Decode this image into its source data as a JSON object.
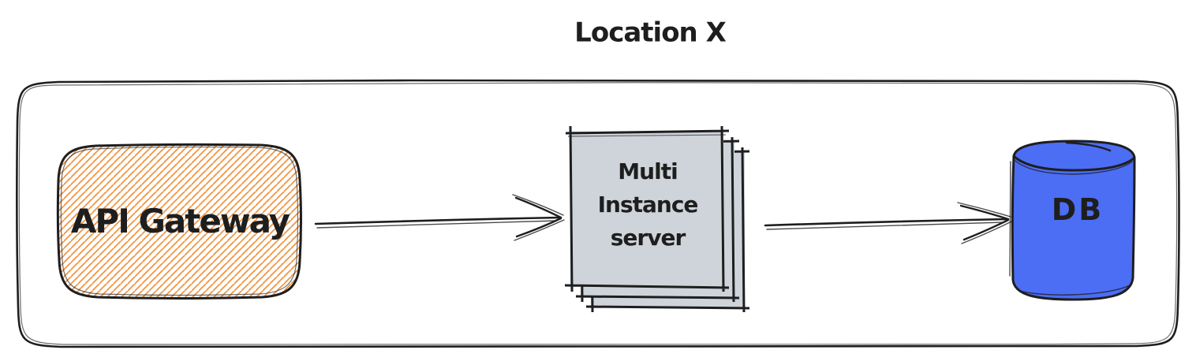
{
  "diagram": {
    "title": "Location X",
    "style": "hand-drawn-sketch",
    "nodes": [
      {
        "id": "api-gateway",
        "label": "API Gateway",
        "shape": "rounded-rectangle",
        "fill_style": "hachure",
        "fill_color": "#f0923e"
      },
      {
        "id": "multi-instance-server",
        "label": "Multi\nInstance\nserver",
        "shape": "stacked-squares",
        "stack_count": 3,
        "fill_style": "solid",
        "fill_color": "#ced4da"
      },
      {
        "id": "db",
        "label": "DB",
        "shape": "cylinder",
        "fill_style": "solid",
        "fill_color": "#4c6ef5"
      }
    ],
    "edges": [
      {
        "from": "api-gateway",
        "to": "multi-instance-server",
        "type": "arrow",
        "arrowhead": "open"
      },
      {
        "from": "multi-instance-server",
        "to": "db",
        "type": "arrow",
        "arrowhead": "open"
      }
    ],
    "boundary": {
      "label": "Location X",
      "shape": "rounded-rectangle",
      "fill_style": "none"
    }
  },
  "colors": {
    "ink": "#1e1e1e",
    "orange": "#f0923e",
    "gray": "#ced4da",
    "blue": "#4c6ef5",
    "background": "#ffffff"
  }
}
